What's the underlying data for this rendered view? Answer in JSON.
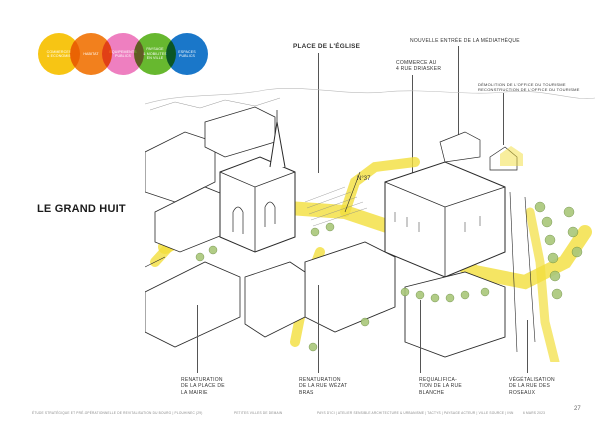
{
  "circles": [
    {
      "lines": [
        "COMMERCES",
        "& ECONOMIE"
      ],
      "color": "#f7c514"
    },
    {
      "lines": [
        "HABITAT"
      ],
      "color": "#f2801d"
    },
    {
      "lines": [
        "EQUIPEMENTS",
        "PUBLICS"
      ],
      "color": "#ee7fc0"
    },
    {
      "lines": [
        "PAYSAGE",
        "& MOBILITES",
        "EN VILLE"
      ],
      "color": "#67b82f"
    },
    {
      "lines": [
        "ESPACES",
        "PUBLICS"
      ],
      "color": "#1a77c9"
    }
  ],
  "page_title": "LE GRAND HUIT",
  "top_labels": {
    "place_eglise": "PLACE DE L'ÉGLISE",
    "mediatheque": "NOUVELLE ENTRÉE DE LA MÉDIATHÈQUE",
    "commerce": [
      "COMMERCE AU",
      "4 RUE DRIASKER"
    ],
    "demolition": [
      "DÉMOLITION DE L'OFFICE DU TOURISME",
      "RECONSTRUCTION DE L'OFFICE DU TOURISME"
    ]
  },
  "street_marker": "N°37",
  "bottom_labels": [
    [
      "RENATURATION",
      "DE LA PLACE DE",
      "LA MAIRIE"
    ],
    [
      "RENATURATION",
      "DE LA RUE WÉZAT",
      "BRAS"
    ],
    [
      "REQUALIFICA-",
      "TION DE LA RUE",
      "BLANCHE"
    ],
    [
      "VÉGÉTALISATION",
      "DE LA RUE DES",
      "ROSEAUX"
    ]
  ],
  "footer": {
    "left": "ÉTUDE STRATÉGIQUE ET PRÉ-OPÉRATIONNELLE DE REVITALISATION DU BOURG | PLOUHINEC (29)",
    "center_left": "PETITES VILLES DE DEMAIN",
    "center": "PAYS D'ICI | ATELIER SENSIBLE ARCHITECTURE & URBANISME | TACTYS | PAYSAGE ACTEUR | VILLE SOURCE | INN",
    "right": "6 MARS 2023",
    "page": "27"
  },
  "colors": {
    "highlight": "#f2de3c",
    "tree": "#a9c77a",
    "ink": "#2a2a2a"
  }
}
